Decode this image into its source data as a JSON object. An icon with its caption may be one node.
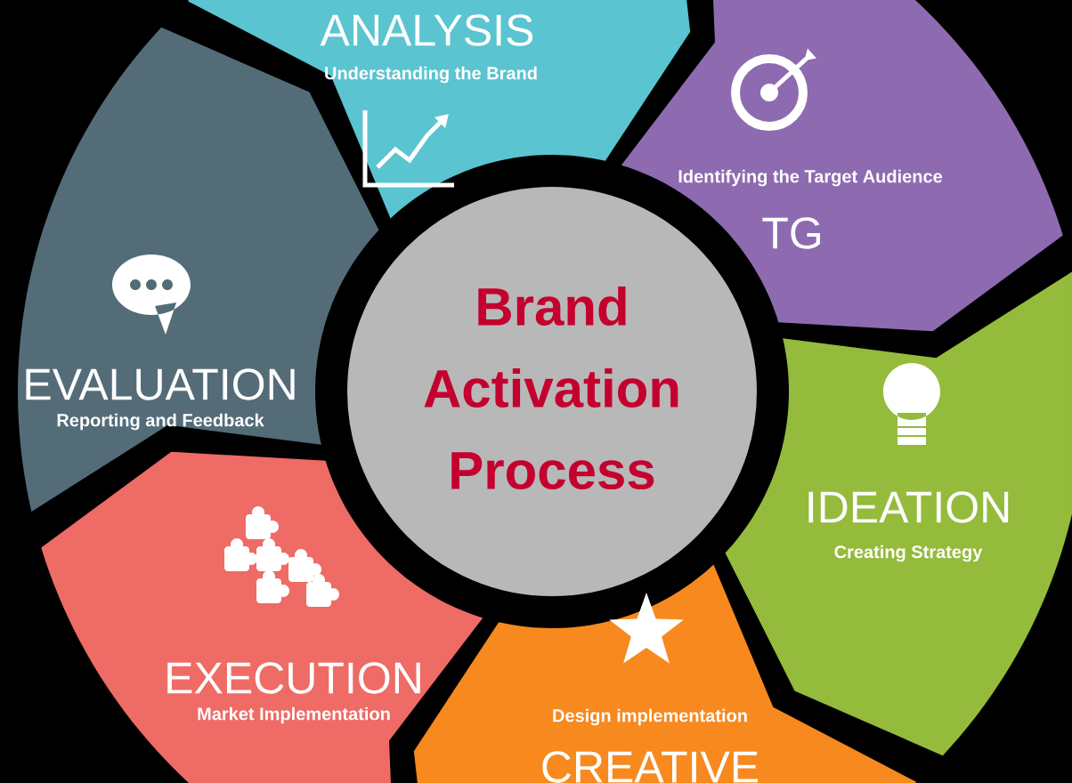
{
  "diagram": {
    "nodes": [
      {
        "text": [
          "Brand Activation Process"
        ]
      },
      {
        "text": [
          "ANALYSIS",
          "Understanding the Brand"
        ]
      },
      {
        "text": [
          "Identifying the Target Audience",
          "TG"
        ]
      },
      {
        "text": [
          "IDEATION",
          "Creating Strategy"
        ]
      },
      {
        "text": [
          "Design implementation",
          "CREATIVE"
        ]
      },
      {
        "text": [
          "EXECUTION",
          "Market Implementation"
        ]
      },
      {
        "text": [
          "EVALUATION",
          "Reporting and Feedback"
        ]
      }
    ]
  }
}
